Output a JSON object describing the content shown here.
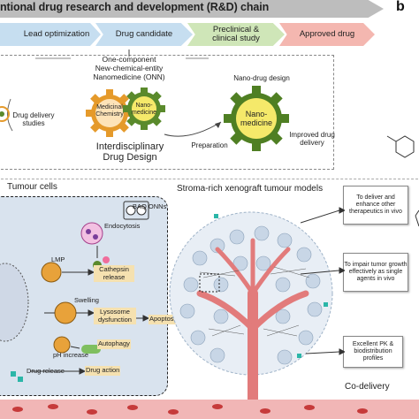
{
  "header": {
    "banner_text": "ntional drug research and development (R&D) chain",
    "panel_b": "b"
  },
  "stages": [
    {
      "label": ""
    },
    {
      "label": "Lead optimization"
    },
    {
      "label": "Drug candidate"
    },
    {
      "label": "Preclinical & clinical study"
    },
    {
      "label": "Approved drug"
    }
  ],
  "onn": {
    "title_line1": "One-component",
    "title_line2": "New-chemical-entity",
    "title_line3": "Nanomedicine (ONN)",
    "gear_left": "Medicinal Chemistry",
    "gear_right": "Nano-medicine",
    "caption_line1": "Interdisciplinary",
    "caption_line2": "Drug Design",
    "nano_design": "Nano-drug design",
    "gear_big": "Nano-medicine",
    "preparation": "Preparation",
    "improved": "Improved drug delivery",
    "delivery_studies": "Drug delivery studies"
  },
  "tumour": {
    "title": "Tumour cells",
    "baq": "BAQ ONNs",
    "endocytosis": "Endocytosis",
    "lmp": "LMP",
    "cathepsin": "Cathepsin release",
    "swelling": "Swelling",
    "lysosome": "Lysosome dysfunction",
    "apoptosis": "Apoptosis",
    "autophagy": "Autophagy",
    "ph": "pH increase",
    "drug_release": "Drug release",
    "drug_action": "Drug action"
  },
  "xenograft": {
    "title": "Stroma-rich xenograft tumour models",
    "callout1": "To deliver and enhance other therapeutics in vivo",
    "callout2": "To impair tumor growth effectively as single agents in vivo",
    "callout3": "Excellent PK & biodistribution profiles",
    "codelivery": "Co-delivery"
  },
  "colors": {
    "banner": "#bdbdbd",
    "stage_blue": "#c6def0",
    "stage_green": "#cfe6b8",
    "stage_pink": "#f4b7b0",
    "gear_orange": "#e59a2b",
    "gear_green": "#5a8a2c",
    "cell_fill": "#d9e3ee",
    "vessel": "#e27b7b"
  }
}
